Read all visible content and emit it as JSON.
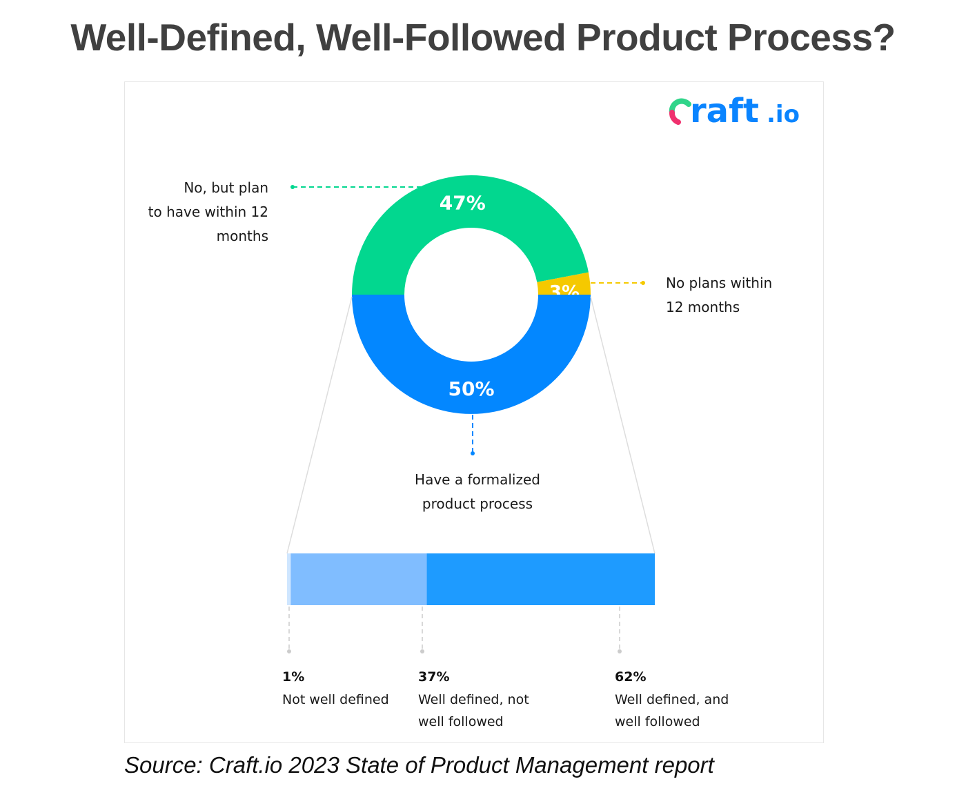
{
  "title": "Well-Defined, Well-Followed Product Process?",
  "source": "Source: Craft.io 2023 State of Product Management report",
  "logo": {
    "text_main": "craft",
    "text_suffix": ".io",
    "brand_color": "#0a84ff",
    "accent_colors": [
      "#30d58a",
      "#f0306e"
    ]
  },
  "chart_data": [
    {
      "type": "pie",
      "variant": "donut",
      "title": "",
      "slices": [
        {
          "label": "No, but plan to have within 12 months",
          "label_lines": [
            "No, but plan",
            "to have within 12",
            "months"
          ],
          "value": 47,
          "display": "47%",
          "color": "#02d78f"
        },
        {
          "label": "No plans within 12 months",
          "label_lines": [
            "No plans within",
            "12 months"
          ],
          "value": 3,
          "display": "3%",
          "color": "#f5c900"
        },
        {
          "label": "Have a formalized product process",
          "label_lines": [
            "Have a formalized",
            "product process"
          ],
          "value": 50,
          "display": "50%",
          "color": "#0387ff"
        }
      ]
    },
    {
      "type": "bar",
      "variant": "stacked-horizontal",
      "title": "Breakdown of: Have a formalized product process",
      "segments": [
        {
          "label": "Not well defined",
          "label_lines": [
            "Not well defined"
          ],
          "value": 1,
          "display": "1%",
          "color": "#cfe6ff"
        },
        {
          "label": "Well defined, not well followed",
          "label_lines": [
            "Well defined, not",
            "well followed"
          ],
          "value": 37,
          "display": "37%",
          "color": "#80bdff"
        },
        {
          "label": "Well defined, and well followed",
          "label_lines": [
            "Well defined, and",
            "well followed"
          ],
          "value": 62,
          "display": "62%",
          "color": "#1e9bff"
        }
      ]
    }
  ]
}
